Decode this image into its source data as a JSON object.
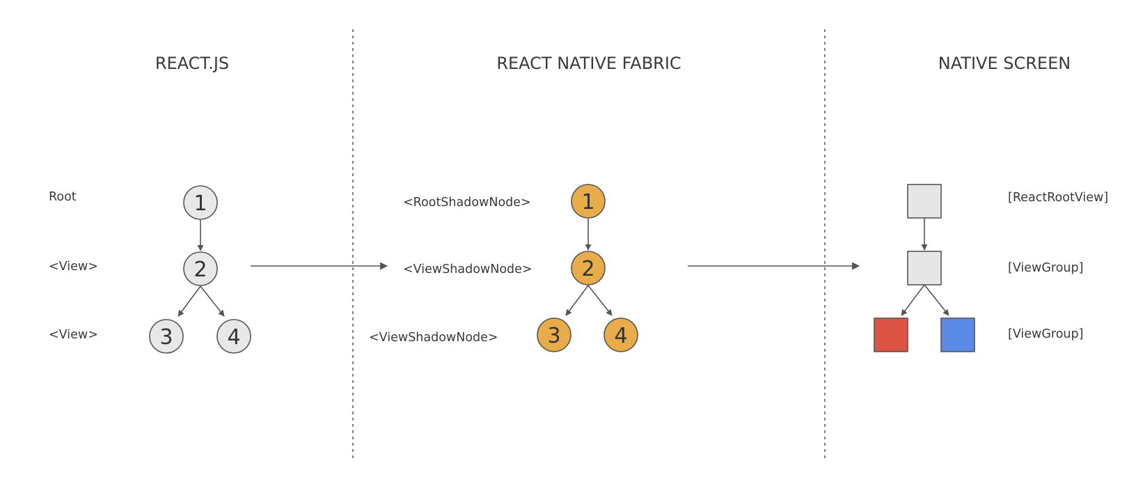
{
  "columns": {
    "react": {
      "heading": "REACT.JS"
    },
    "fabric": {
      "heading": "REACT NATIVE FABRIC"
    },
    "native": {
      "heading": "NATIVE SCREEN"
    }
  },
  "react_labels": [
    "Root",
    "<View>",
    "<View>"
  ],
  "fabric_labels": [
    "<RootShadowNode>",
    "<ViewShadowNode>",
    "<ViewShadowNode>"
  ],
  "native_labels": [
    "[ReactRootView]",
    "[ViewGroup]",
    "[ViewGroup]"
  ],
  "nodes": {
    "react": [
      "1",
      "2",
      "3",
      "4"
    ],
    "fabric": [
      "1",
      "2",
      "3",
      "4"
    ]
  },
  "colors": {
    "react_node_fill": "#e8e8e8",
    "fabric_node_fill": "#e9ac4b",
    "native_box_fill": "#e6e6e6",
    "native_red": "#dd5444",
    "native_blue": "#5b8ae6",
    "stroke": "#555555"
  }
}
